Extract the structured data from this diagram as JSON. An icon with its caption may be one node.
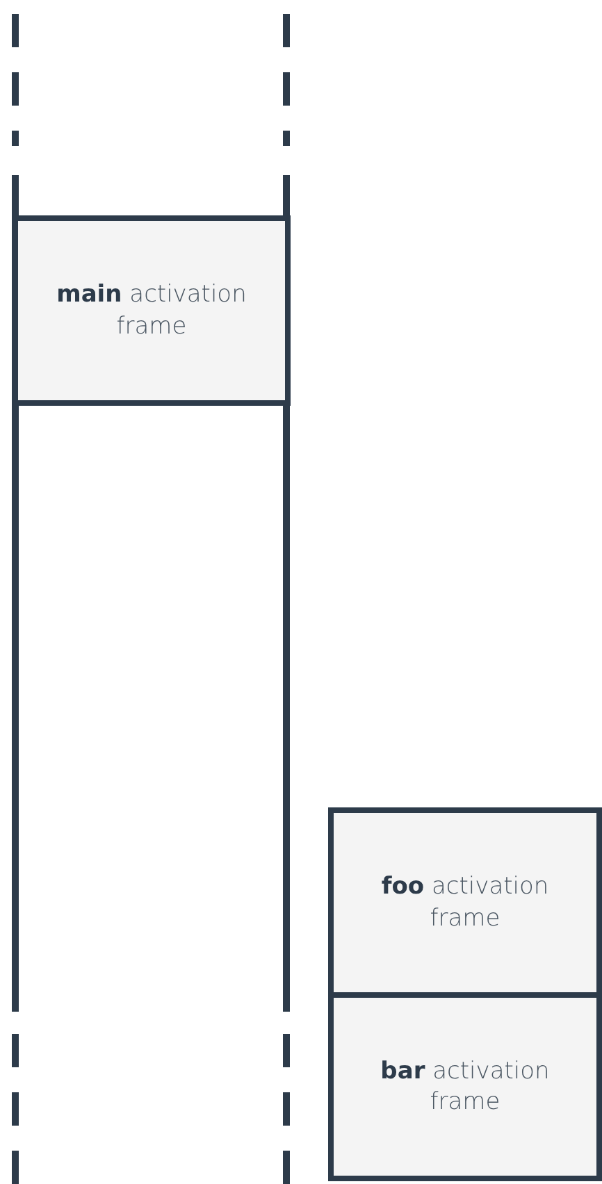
{
  "diagram": {
    "nodes": [
      {
        "text": [
          "**main** activation frame"
        ]
      },
      {
        "text": [
          "**foo** activation frame"
        ]
      },
      {
        "text": [
          "**bar** activation frame"
        ]
      }
    ]
  }
}
